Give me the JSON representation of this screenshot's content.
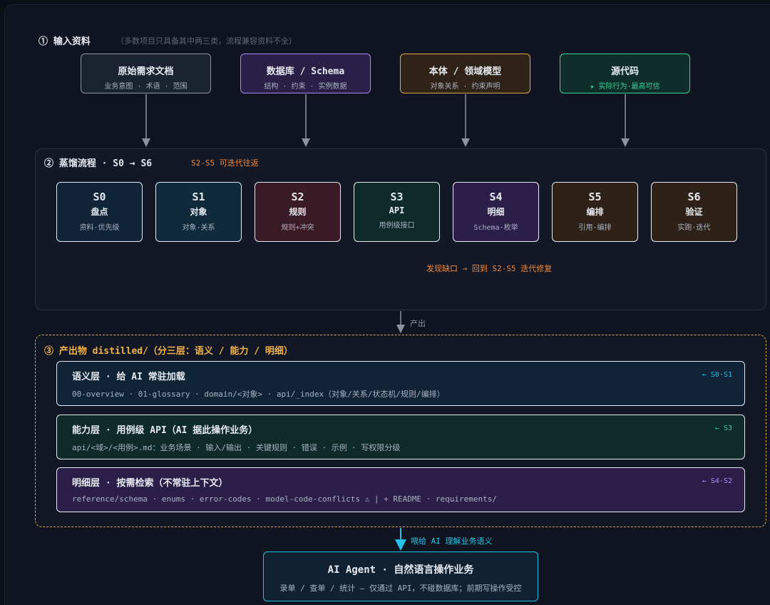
{
  "inputs": {
    "title": "① 输入资料",
    "note": "（多数项目只具备其中两三类，流程兼容资料不全）",
    "items": [
      {
        "title": "原始需求文档",
        "sub": "业务意图 · 术语 · 范围"
      },
      {
        "title": "数据库 / Schema",
        "sub": "结构 · 约束 · 实例数据"
      },
      {
        "title": "本体 / 领域模型",
        "sub": "对象关系 · 约束声明"
      },
      {
        "title": "源代码",
        "sub": "★ 实际行为·最高可信"
      }
    ]
  },
  "process": {
    "title": "② 蒸馏流程 · S0 → S6",
    "note": "S2-S5 可迭代往返",
    "steps": [
      {
        "code": "S0",
        "name": "盘点",
        "desc": "资料·优先级"
      },
      {
        "code": "S1",
        "name": "对象",
        "desc": "对象·关系"
      },
      {
        "code": "S2",
        "name": "规则",
        "desc": "规则+冲突"
      },
      {
        "code": "S3",
        "name": "API",
        "desc": "用例级接口"
      },
      {
        "code": "S4",
        "name": "明细",
        "desc": "Schema·枚举"
      },
      {
        "code": "S5",
        "name": "编排",
        "desc": "引用·编排"
      },
      {
        "code": "S6",
        "name": "验证",
        "desc": "实跑·迭代"
      }
    ],
    "loop_label": "发现缺口 → 回到 S2-S5 迭代修复"
  },
  "produce_label": "产出",
  "outputs": {
    "title": "③ 产出物 distilled/（分三层：语义 / 能力 / 明细）",
    "layers": [
      {
        "title": "语义层 · 给 AI 常驻加载",
        "desc": "00-overview · 01-glossary · domain/<对象> · api/_index（对象/关系/状态机/规则/编排）",
        "ref": "← S0·S1"
      },
      {
        "title": "能力层 · 用例级 API（AI 据此操作业务）",
        "desc": "api/<域>/<用例>.md：业务场景 · 输入/输出 · 关键规则 · 错误 · 示例 · 写权限分级",
        "ref": "← S3"
      },
      {
        "title": "明细层 · 按需检索（不常驻上下文）",
        "desc": "reference/schema · enums · error-codes · model-code-conflicts ⚠ | + README · requirements/",
        "ref": "← S4·S2"
      }
    ]
  },
  "feed_label": "喂给 AI 理解业务语义",
  "agent": {
    "title": "AI Agent · 自然语言操作业务",
    "sub": "录单 / 查单 / 统计 — 仅通过 API，不碰数据库；前期写操作受控"
  },
  "colors": {
    "gray": "#8b93a1",
    "purple": "#a78bfa",
    "amber": "#e0a84a",
    "green": "#34d399",
    "cyan": "#22c3e6",
    "red": "#f26a7a",
    "orange": "#f0883e"
  }
}
